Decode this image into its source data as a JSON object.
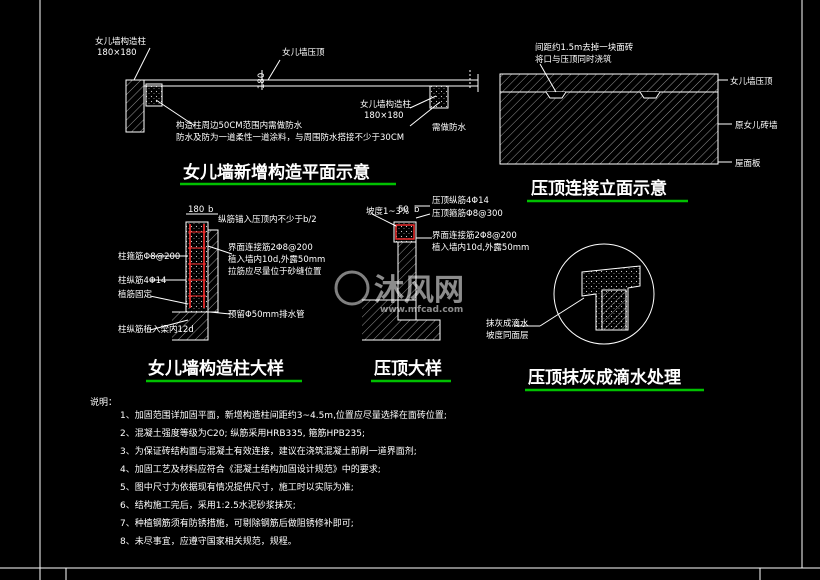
{
  "titles": {
    "plan": "女儿墙新增构造平面示意",
    "elevation": "压顶连接立面示意",
    "column": "女儿墙构造柱大样",
    "coping": "压顶大样",
    "drip": "压顶抹灰成滴水处理"
  },
  "plan_labels": {
    "col_left": "女儿墙构造柱",
    "col_left_size": "180×180",
    "parapet_top": "女儿墙压顶",
    "dim_180": "180",
    "col_right": "女儿墙构造柱",
    "col_right_size": "180×180",
    "note1": "构造柱周边50CM范围内需做防水",
    "note2": "防水及防为一道柔性一道涂料，与周围防水搭接不少于30CM",
    "waterproof": "需做防水"
  },
  "elevation_labels": {
    "top_note1": "间距约1.5m去掉一块面砖",
    "top_note2": "将口与压顶同时浇筑",
    "right1": "女儿墙压顶",
    "right2": "原女儿砖墙",
    "right3": "屋面板"
  },
  "column_labels": {
    "dim_180": "180",
    "dim_b": "b",
    "anchor_note": "纵筋锚入压顶内不少于b/2",
    "stirrup": "柱箍筋Φ8@200",
    "longbar": "柱纵筋4Φ14",
    "plant": "植筋固定",
    "longbar_anchor": "柱纵筋植入梁内12d",
    "tie1": "界面连接筋2Φ8@200",
    "tie2": "植入墙内10d,外露50mm",
    "tie3": "拉筋应尽量位于砂缝位置",
    "hole": "预留Φ50mm排水管"
  },
  "coping_labels": {
    "slope": "坡度1~3%",
    "dim_50": "50",
    "dim_b": "b",
    "longbar": "压顶纵筋4Φ14",
    "stirrup": "压顶箍筋Φ8@300",
    "tie1": "界面连接筋2Φ8@200",
    "tie2": "植入墙内10d,外露50mm"
  },
  "drip_labels": {
    "l1": "抹灰成滴水",
    "l2": "坡度同面层"
  },
  "notes": {
    "heading": "说明：",
    "items": [
      "1、加固范围详加固平面，新增构造柱间距约3~4.5m,位置应尽量选择在面砖位置;",
      "2、混凝土强度等级为C20; 纵筋采用HRB335, 箍筋HPB235;",
      "3、为保证砖结构面与混凝土有效连接，建议在浇筑混凝土前刷一道界面剂;",
      "4、加固工艺及材料应符合《混凝土结构加固设计规范》中的要求;",
      "5、图中尺寸为依据现有情况提供尺寸，施工时以实际为准;",
      "6、结构施工完后，采用1:2.5水泥砂浆抹灰;",
      "7、种植钢筋须有防锈措施，可剔除钢筋后做阻锈修补即可;",
      "8、未尽事宜，应遵守国家相关规范，规程。"
    ]
  },
  "watermark": {
    "brand": "沐风网",
    "url": "www.mfcad.com"
  },
  "colors": {
    "background": "#000000",
    "lines": "#ffffff",
    "underline": "#00c000",
    "rebar": "#ff3030",
    "hatch": "#bbbbbb"
  }
}
